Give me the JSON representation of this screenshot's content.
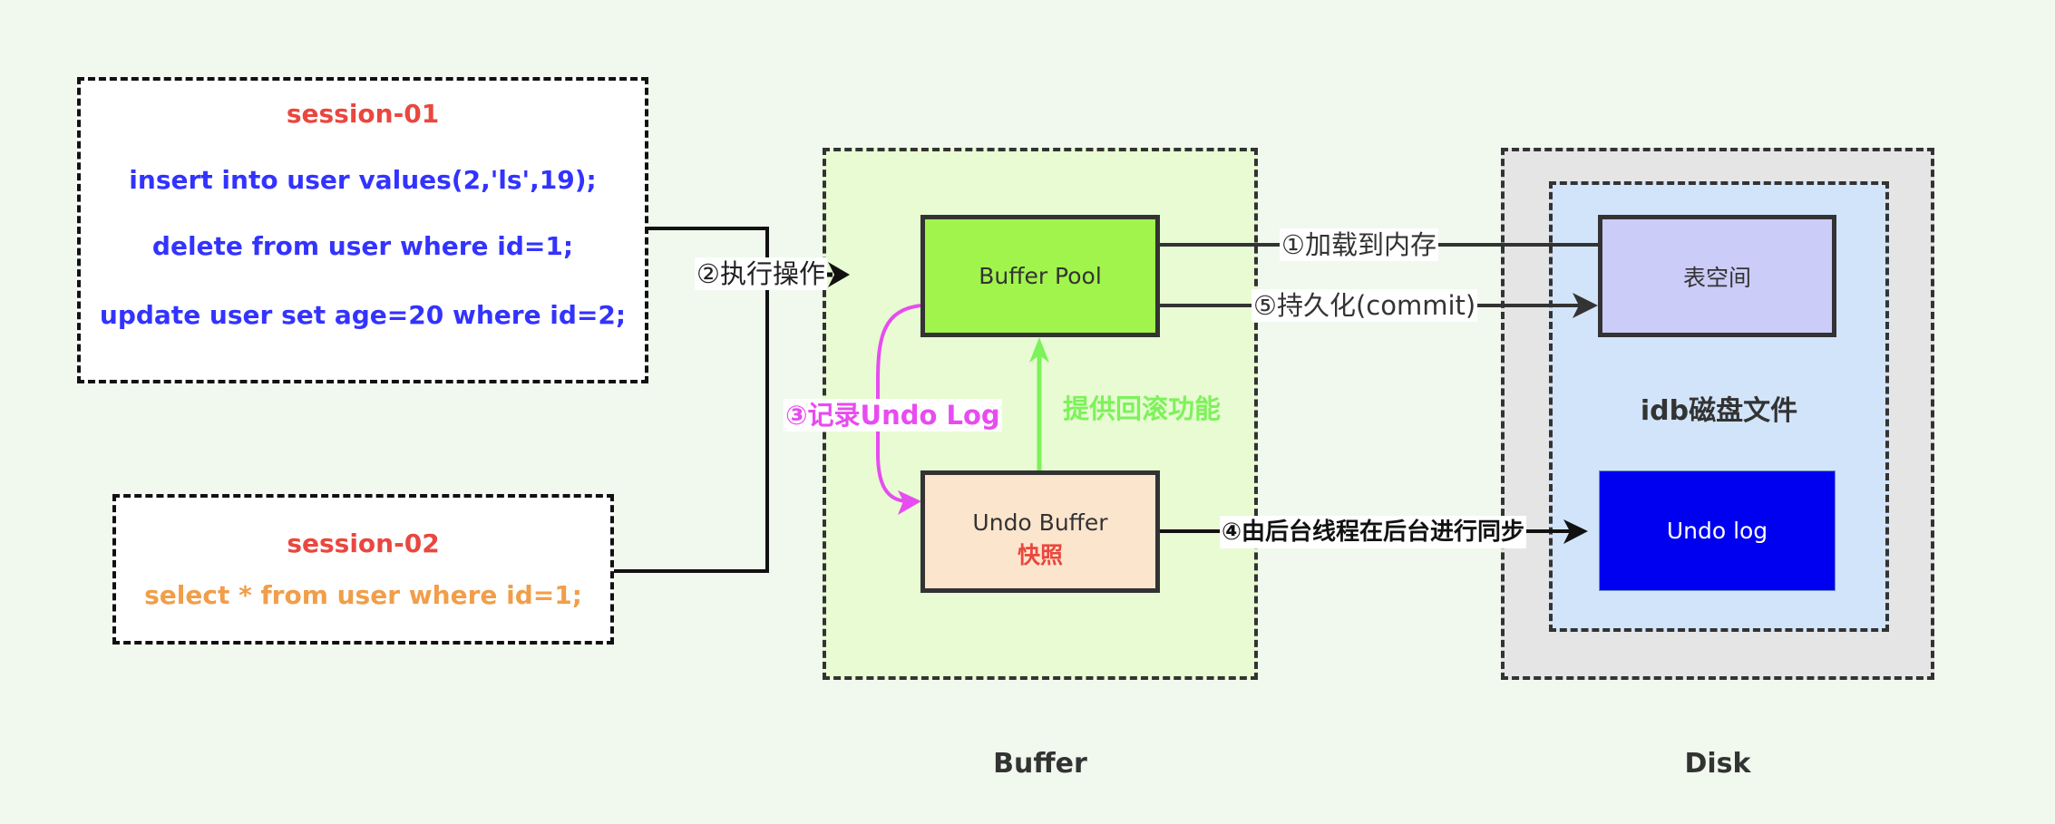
{
  "sessions": [
    {
      "title": "session-01",
      "statements": [
        "insert into user values(2,'ls',19);",
        "delete from user where id=1;",
        "update user set age=20 where id=2;"
      ]
    },
    {
      "title": "session-02",
      "statements": [
        "select * from user where id=1;"
      ]
    }
  ],
  "buffer": {
    "caption": "Buffer",
    "buffer_pool": "Buffer Pool",
    "undo_buffer": "Undo Buffer",
    "undo_buffer_note": "快照",
    "rollback_label": "提供回滚功能"
  },
  "disk": {
    "caption": "Disk",
    "tablespace": "表空间",
    "idb_label": "idb磁盘文件",
    "undo_log": "Undo log"
  },
  "edges": {
    "step1": "①加载到内存",
    "step2": "②执行操作",
    "step3": "③记录Undo Log",
    "step4": "④由后台线程在后台进行同步",
    "step5": "⑤持久化(commit)"
  },
  "colors": {
    "background": "#F1F9EE",
    "session_title": "#E9473F",
    "sql_write": "#3333FF",
    "sql_read": "#F19E4A",
    "buffer_container": "#E8FBD3",
    "buffer_pool_fill": "#A0F44C",
    "undo_buffer_fill": "#FCE5CD",
    "disk_outer": "#E5E5E5",
    "disk_inner": "#D2E4FA",
    "tablespace_fill": "#CCCCF8",
    "undo_log_fill": "#0000F0",
    "undo_log_arrow": "#E74CF0",
    "rollback_arrow": "#7DF25A"
  }
}
